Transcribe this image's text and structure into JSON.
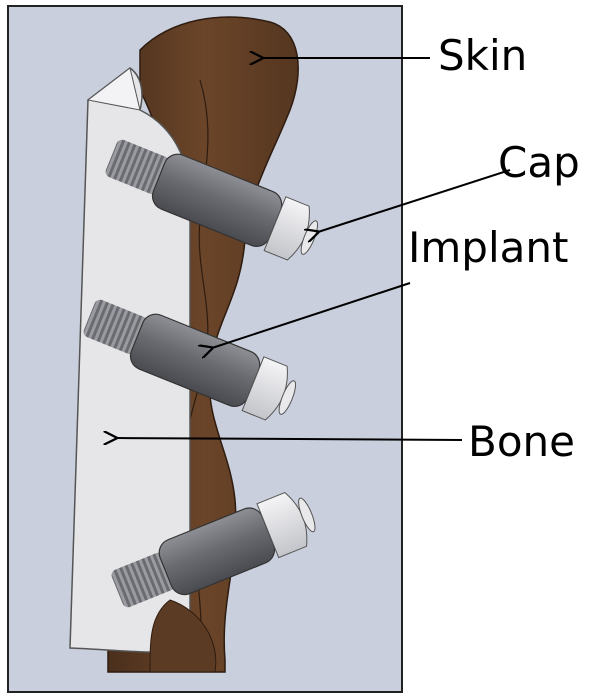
{
  "labels": {
    "skin": "Skin",
    "cap": "Cap",
    "implant": "Implant",
    "bone": "Bone"
  },
  "colors": {
    "background_panel": "#c9cfdc",
    "skin": "#5b3b24",
    "skin_highlight": "#7a5234",
    "bone": "#e6e6e8",
    "implant": "#6c6d72",
    "cap": "#e9e9ec",
    "thread": "#8a8b90"
  },
  "icons": [
    "skin-layer",
    "bone-plate",
    "implant-cylinder",
    "cap-head",
    "screw-thread"
  ]
}
